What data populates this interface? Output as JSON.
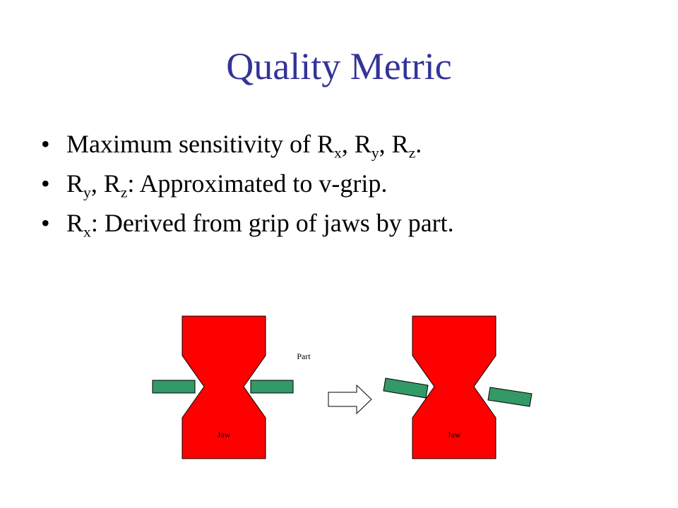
{
  "slide": {
    "title": "Quality Metric"
  },
  "bullets": [
    {
      "symbol": "•",
      "parts": [
        "Maximum sensitivity of R",
        "x",
        ", R",
        "y",
        ", R",
        "z",
        "."
      ]
    },
    {
      "symbol": "•",
      "parts": [
        "R",
        "y",
        ", R",
        "z",
        ": Approximated to v-grip."
      ]
    },
    {
      "symbol": "•",
      "parts": [
        "R",
        "x",
        ": Derived from grip of jaws by part."
      ]
    }
  ],
  "diagram": {
    "part_label": "Part",
    "left_jaw_label": "Jaw",
    "right_jaw_label": "Jaw",
    "colors": {
      "jaw": "#ff0000",
      "part": "#339966",
      "outline": "#000000",
      "arrow_fill": "#ffffff"
    }
  }
}
